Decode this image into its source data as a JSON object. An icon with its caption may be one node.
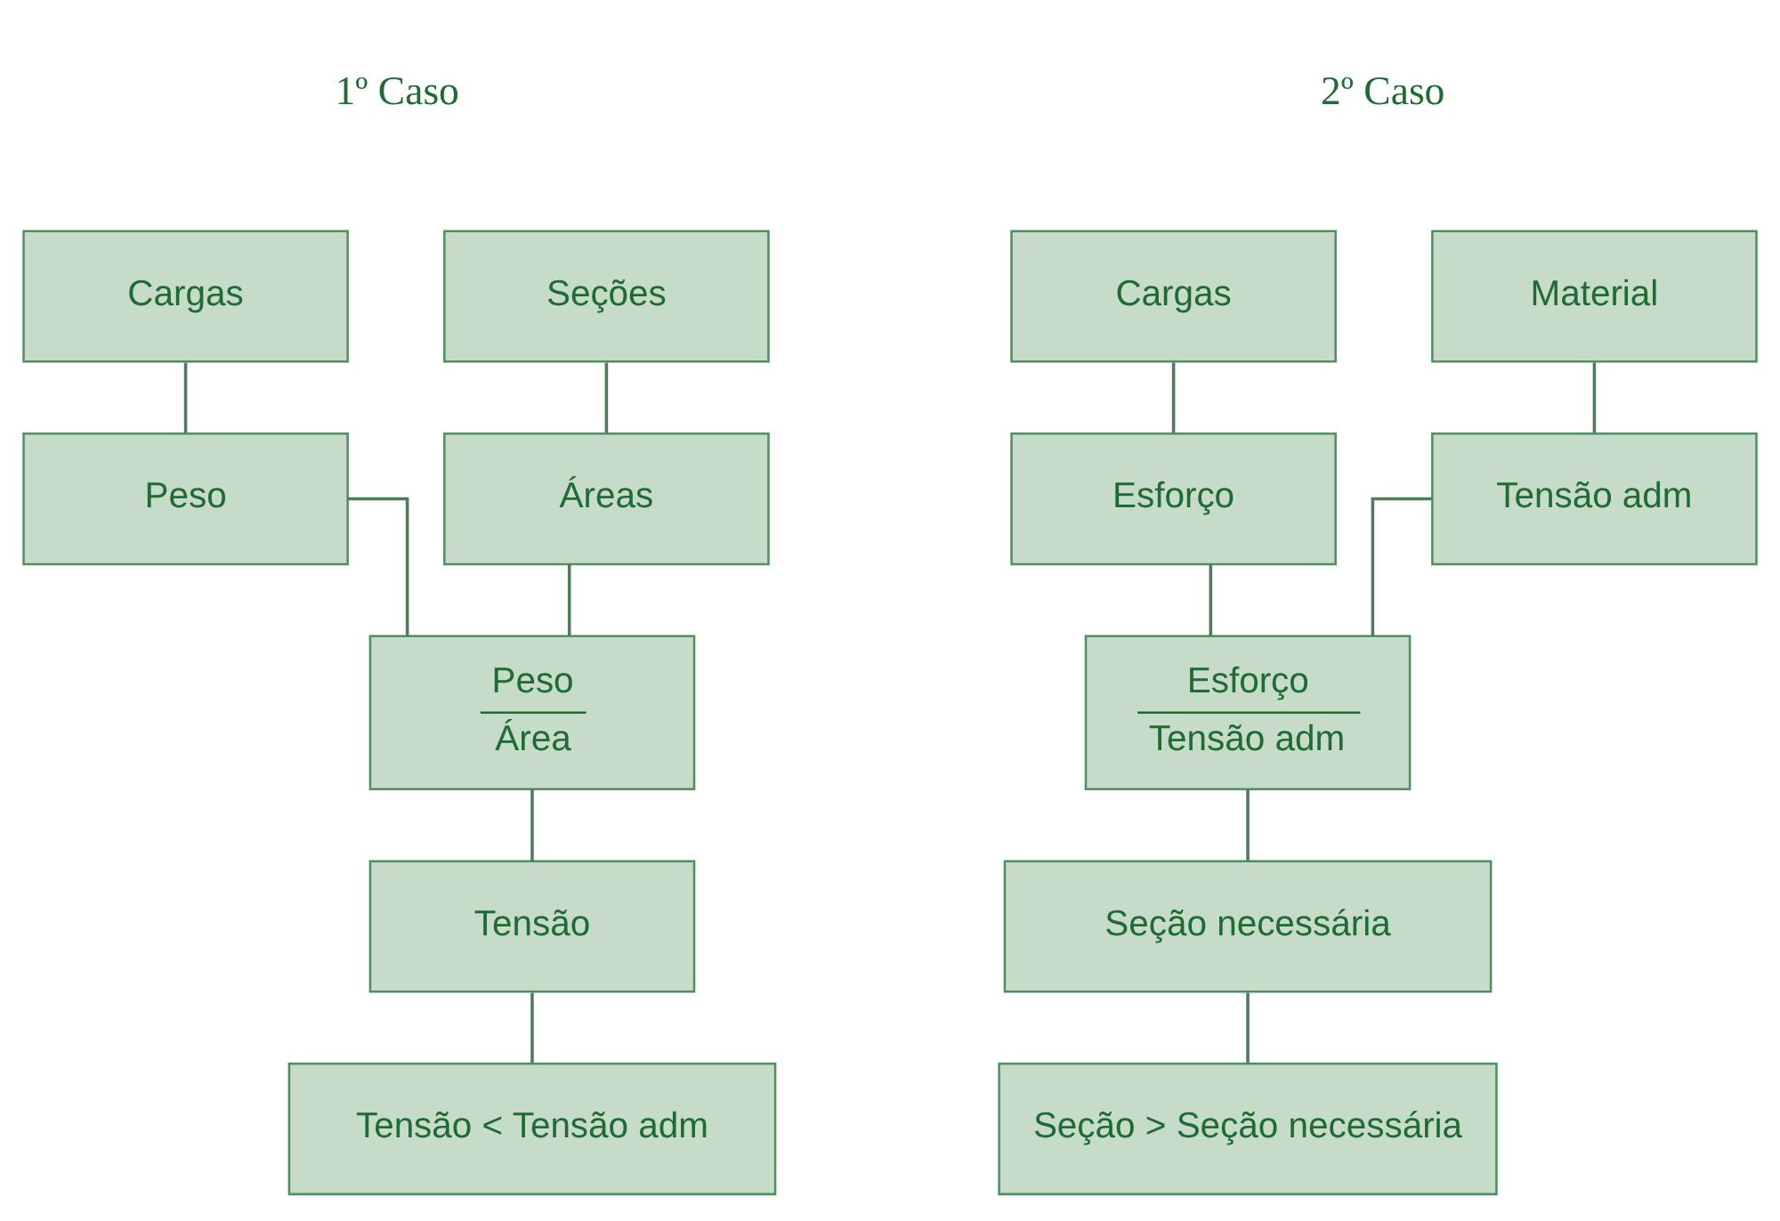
{
  "diagram": {
    "nodes": [
      {
        "text": [
          "Cargas"
        ]
      },
      {
        "text": [
          "Seções"
        ]
      },
      {
        "text": [
          "Peso"
        ]
      },
      {
        "text": [
          "Áreas"
        ]
      },
      {
        "text": [
          "Peso",
          "Área"
        ]
      },
      {
        "text": [
          "Tensão"
        ]
      },
      {
        "text": [
          "Tensão < Tensão adm"
        ]
      },
      {
        "text": [
          "Cargas"
        ]
      },
      {
        "text": [
          "Material"
        ]
      },
      {
        "text": [
          "Esforço"
        ]
      },
      {
        "text": [
          "Tensão adm"
        ]
      },
      {
        "text": [
          "Esforço",
          "Tensão adm"
        ]
      },
      {
        "text": [
          "Seção necessária"
        ]
      },
      {
        "text": [
          "Seção > Seção necessária"
        ]
      }
    ],
    "edges": [
      {
        "from": 0,
        "to": 2,
        "arrow": "none"
      },
      {
        "from": 1,
        "to": 3,
        "arrow": "none"
      },
      {
        "from": 2,
        "to": 4,
        "arrow": "none"
      },
      {
        "from": 3,
        "to": 4,
        "arrow": "none"
      },
      {
        "from": 4,
        "to": 5,
        "arrow": "none"
      },
      {
        "from": 5,
        "to": 6,
        "arrow": "none"
      },
      {
        "from": 7,
        "to": 9,
        "arrow": "none"
      },
      {
        "from": 8,
        "to": 10,
        "arrow": "none"
      },
      {
        "from": 9,
        "to": 11,
        "arrow": "none"
      },
      {
        "from": 10,
        "to": 11,
        "arrow": "none"
      },
      {
        "from": 11,
        "to": 12,
        "arrow": "none"
      },
      {
        "from": 12,
        "to": 13,
        "arrow": "none"
      }
    ],
    "labels": [
      "1º Caso",
      "2º Caso"
    ]
  }
}
